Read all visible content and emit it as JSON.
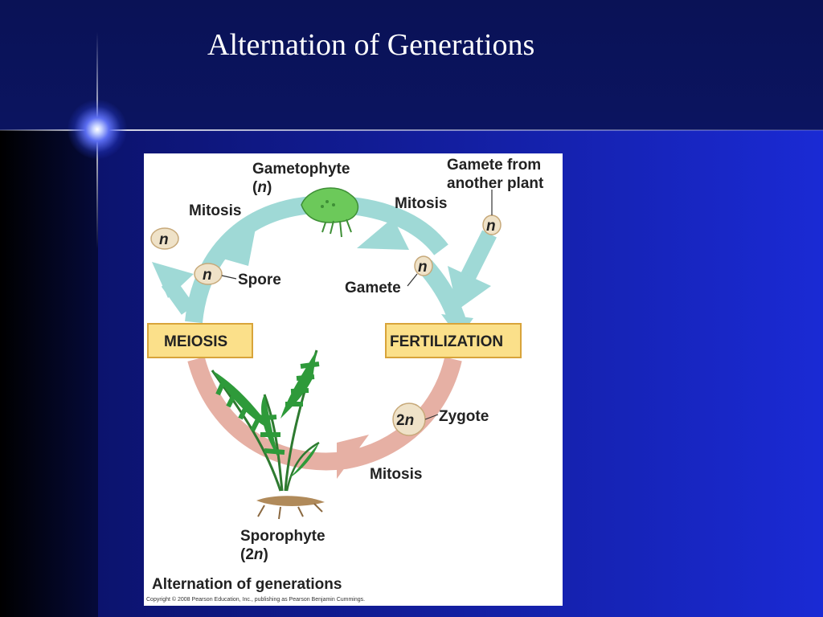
{
  "slide": {
    "title": "Alternation of Generations"
  },
  "diagram": {
    "labels": {
      "gametophyte": "Gametophyte",
      "gametophyte_ploidy_open": "(",
      "gametophyte_ploidy": "n",
      "gametophyte_ploidy_close": ")",
      "mitosis_left": "Mitosis",
      "mitosis_right": "Mitosis",
      "mitosis_bottom": "Mitosis",
      "gamete_from_line1": "Gamete from",
      "gamete_from_line2": "another plant",
      "spore": "Spore",
      "gamete": "Gamete",
      "zygote": "Zygote",
      "sporophyte": "Sporophyte",
      "sporophyte_ploidy_open": "(2",
      "sporophyte_ploidy": "n",
      "sporophyte_ploidy_close": ")",
      "caption": "Alternation of generations",
      "copyright": "Copyright © 2008 Pearson Education, Inc., publishing as Pearson Benjamin Cummings."
    },
    "boxes": {
      "meiosis": "MEIOSIS",
      "fertilization": "FERTILIZATION"
    },
    "cells": {
      "haploid": "n",
      "diploid_prefix": "2",
      "diploid_suffix": "n"
    },
    "colors": {
      "haploid_arrow": "#9fd9d6",
      "diploid_arrow": "#e6b0a4",
      "box_fill": "#fbe08a",
      "box_border": "#d8a43a",
      "cell_fill": "#efe2c8",
      "cell_border": "#c7a97a",
      "gametophyte": "#6cc95a",
      "fern": "#2e9a3a",
      "root": "#b08a5a"
    }
  }
}
